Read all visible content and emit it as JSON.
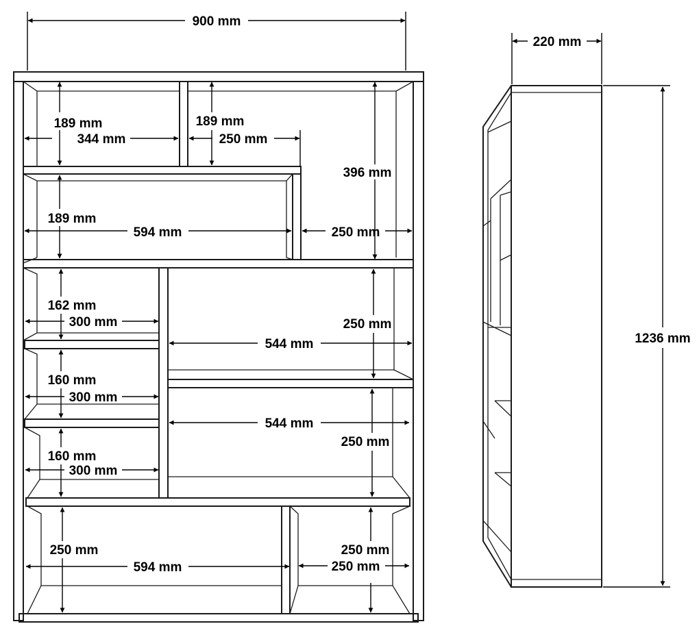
{
  "front_view": {
    "width_label": "900 mm",
    "dimensions": [
      {
        "id": "top-left-height",
        "label": "189 mm"
      },
      {
        "id": "top-left-width",
        "label": "344 mm"
      },
      {
        "id": "top-mid-height",
        "label": "189 mm"
      },
      {
        "id": "top-mid-width",
        "label": "250 mm"
      },
      {
        "id": "top-right-height",
        "label": "396 mm"
      },
      {
        "id": "upper-wide-height",
        "label": "189 mm"
      },
      {
        "id": "upper-wide-width",
        "label": "594 mm"
      },
      {
        "id": "upper-right-width",
        "label": "250 mm"
      },
      {
        "id": "left-1-height",
        "label": "162 mm"
      },
      {
        "id": "left-1-width",
        "label": "300 mm"
      },
      {
        "id": "right-1-height",
        "label": "250 mm"
      },
      {
        "id": "right-1-width",
        "label": "544 mm"
      },
      {
        "id": "left-2-height",
        "label": "160 mm"
      },
      {
        "id": "left-2-width",
        "label": "300 mm"
      },
      {
        "id": "right-2-width",
        "label": "544 mm"
      },
      {
        "id": "right-2-height",
        "label": "250 mm"
      },
      {
        "id": "left-3-height",
        "label": "160 mm"
      },
      {
        "id": "left-3-width",
        "label": "300 mm"
      },
      {
        "id": "bottom-left-height",
        "label": "250 mm"
      },
      {
        "id": "bottom-left-width",
        "label": "594 mm"
      },
      {
        "id": "bottom-right-height",
        "label": "250 mm"
      },
      {
        "id": "bottom-right-width",
        "label": "250 mm"
      }
    ]
  },
  "side_view": {
    "depth_label": "220 mm",
    "height_label": "1236 mm"
  }
}
